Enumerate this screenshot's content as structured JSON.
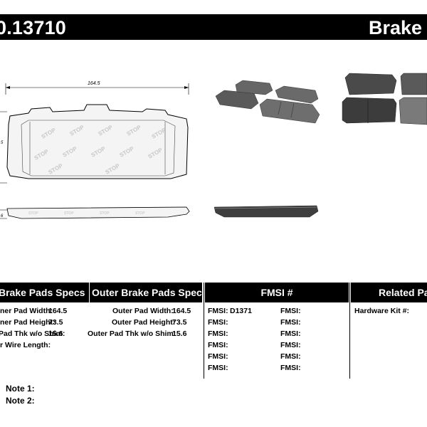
{
  "header": {
    "part_number": "0.13710",
    "product_title": "Brake Pads"
  },
  "drawing": {
    "width_dimension": "164.5",
    "height_dimension_label": "5",
    "thickness_dimension_label": "6",
    "logo_watermark": "STOP"
  },
  "sections": {
    "inner": {
      "title": "Brake Pads Specs",
      "rows": [
        {
          "label": "ner Pad Width:",
          "value": "164.5"
        },
        {
          "label": "ner Pad Height:",
          "value": "73.5"
        },
        {
          "label": "Pad Thk w/o Shim:",
          "value": "15.6"
        },
        {
          "label": "r Wire Length:",
          "value": ""
        }
      ]
    },
    "outer": {
      "title": "Outer Brake Pads Specs",
      "rows": [
        {
          "label": "Outer Pad Width:",
          "value": "164.5"
        },
        {
          "label": "Outer Pad Height:",
          "value": "73.5"
        },
        {
          "label": "Outer Pad Thk w/o Shim:",
          "value": "15.6"
        }
      ]
    },
    "fmsi": {
      "title": "FMSI #",
      "label": "FMSI:",
      "first_value": "D1371"
    },
    "related": {
      "title": "Related Parts",
      "hardware_label": "Hardware Kit #:"
    }
  },
  "notes": {
    "note1": "Note 1:",
    "note2": "Note 2:"
  },
  "colors": {
    "bar": "#000000",
    "pad": "#5a5a5a",
    "pad_dark": "#2e2e2e"
  }
}
